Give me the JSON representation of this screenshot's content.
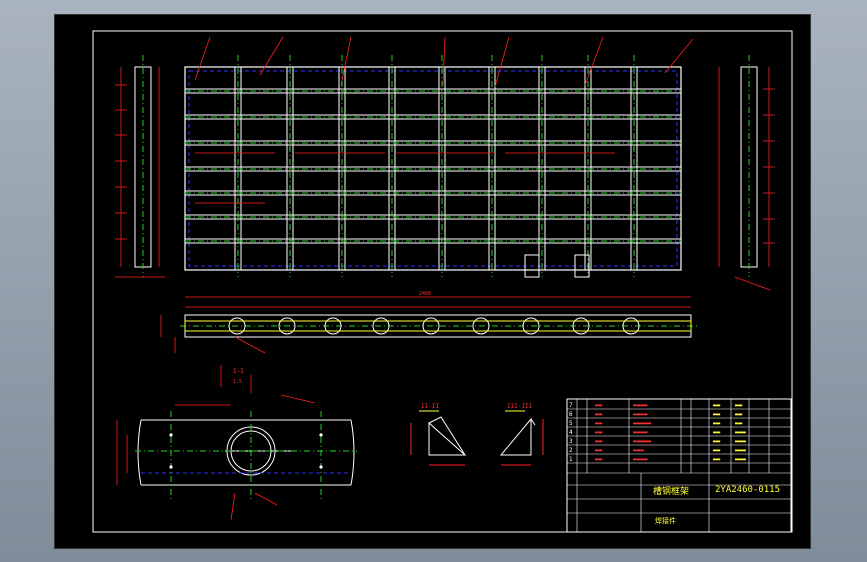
{
  "drawing": {
    "drawing_number": "2YA2460-0115",
    "part_name_cn": "槽钢框架",
    "welded_part_cn": "焊接件",
    "section_label": "I-I",
    "section_scale": "1:5",
    "detail_label_1": "II-II",
    "detail_label_2": "III-III",
    "overall_dimension": "2460"
  },
  "bom_rows": [
    {
      "no": "7"
    },
    {
      "no": "6"
    },
    {
      "no": "5"
    },
    {
      "no": "4"
    },
    {
      "no": "3"
    },
    {
      "no": "2"
    },
    {
      "no": "1"
    }
  ],
  "colors": {
    "background": "#000000",
    "frame": "#ffffff",
    "dimension": "#ff2020",
    "centerline": "#22d022",
    "hidden": "#3030ff",
    "text": "#ffff33"
  }
}
